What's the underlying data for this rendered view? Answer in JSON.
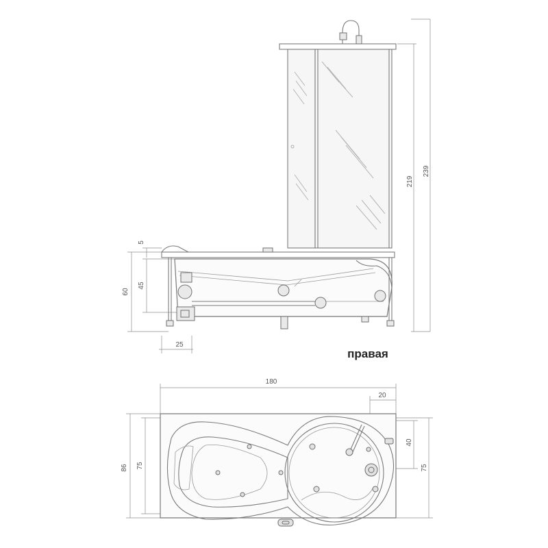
{
  "side_view": {
    "dims": {
      "total_height": "239",
      "screen_height": "219",
      "bath_height": "60",
      "inner_height": "45",
      "rim": "5",
      "leg_offset": "25"
    }
  },
  "variant_label": "правая",
  "top_view": {
    "dims": {
      "length": "180",
      "width": "86",
      "inner_width_left": "75",
      "inner_width_right": "75",
      "drain_offset_x": "20",
      "drain_offset_y": "40"
    }
  },
  "colors": {
    "line": "#7a7a7a",
    "text": "#222222"
  }
}
